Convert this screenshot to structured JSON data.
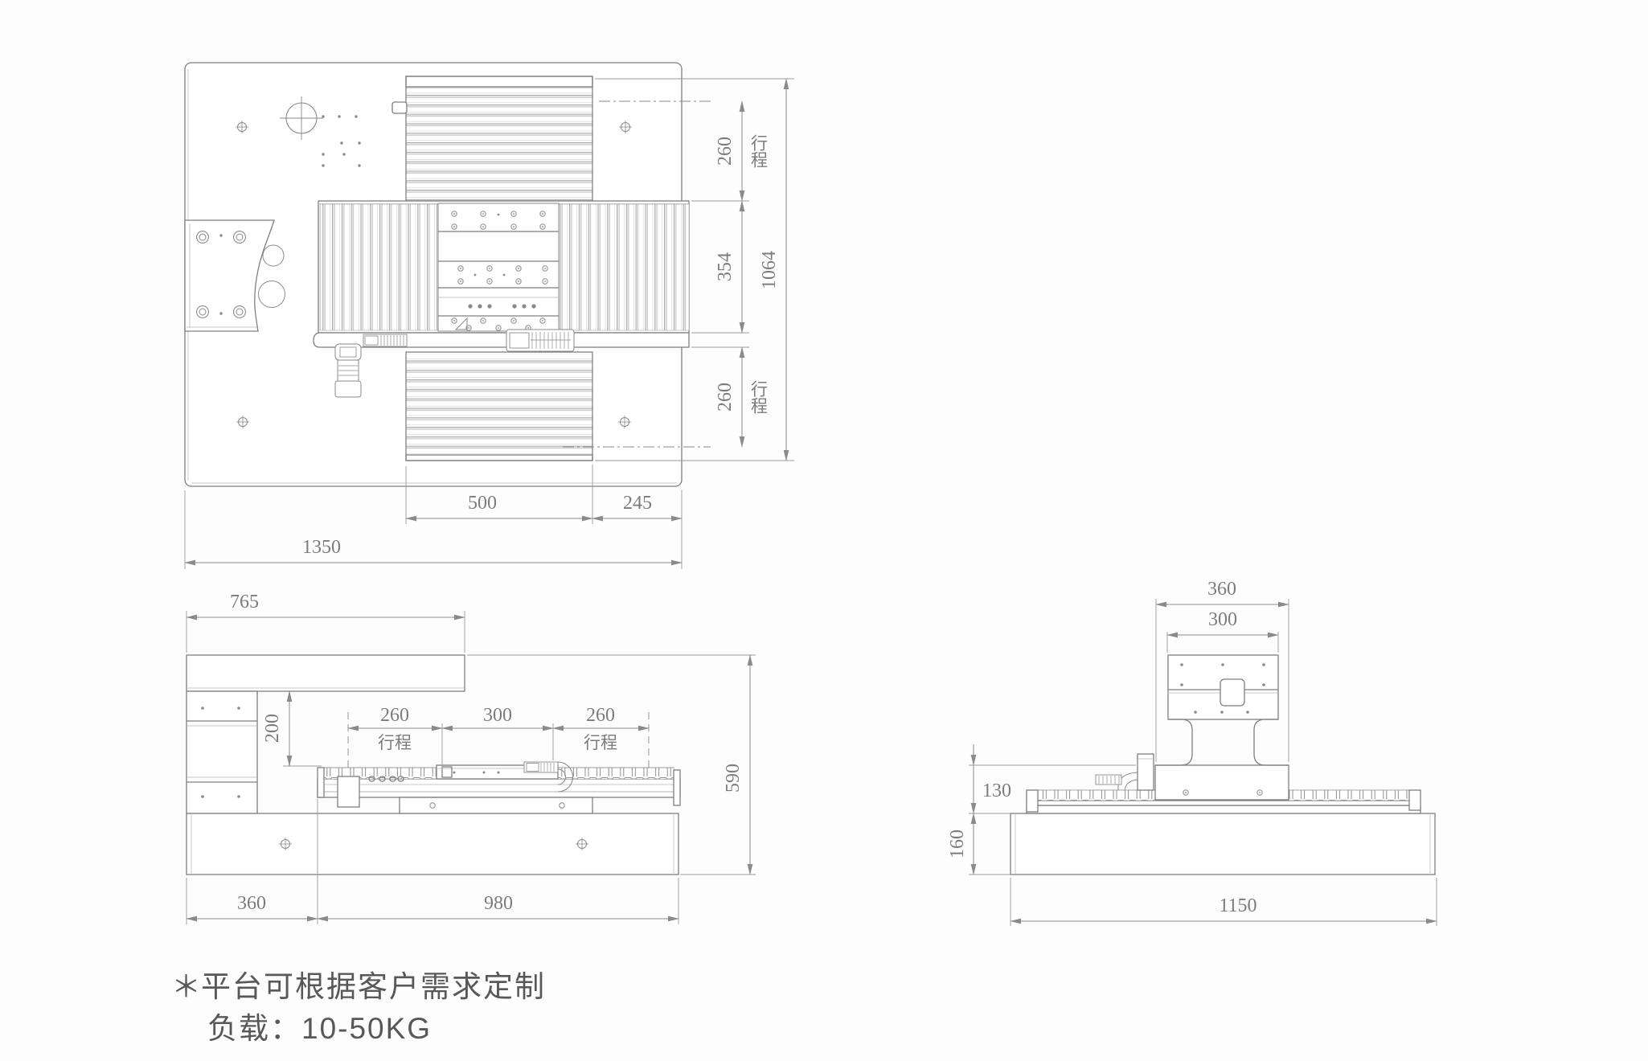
{
  "drawing": {
    "background": "#fdfdfd",
    "line_color": "#7f7f7f",
    "dim_color": "#8a8a8a",
    "text_color": "#7c7c7c",
    "note_color": "#585858",
    "stroke_word": "行程"
  },
  "views": {
    "top_view": {
      "d1350": "1350",
      "d500": "500",
      "d245": "245",
      "d260_top": "260",
      "d354": "354",
      "d260_bottom": "260",
      "d1064": "1064",
      "stroke": "行程"
    },
    "front_view": {
      "d765": "765",
      "d200": "200",
      "d260_left": "260",
      "d300": "300",
      "d260_right": "260",
      "d590": "590",
      "d360": "360",
      "d980": "980",
      "stroke": "行程"
    },
    "side_view": {
      "d360": "360",
      "d300": "300",
      "d130": "130",
      "d160": "160",
      "d1150": "1150"
    }
  },
  "note": {
    "star": "＊",
    "line1": "平台可根据客户需求定制",
    "line2": "负载：10-50KG"
  }
}
